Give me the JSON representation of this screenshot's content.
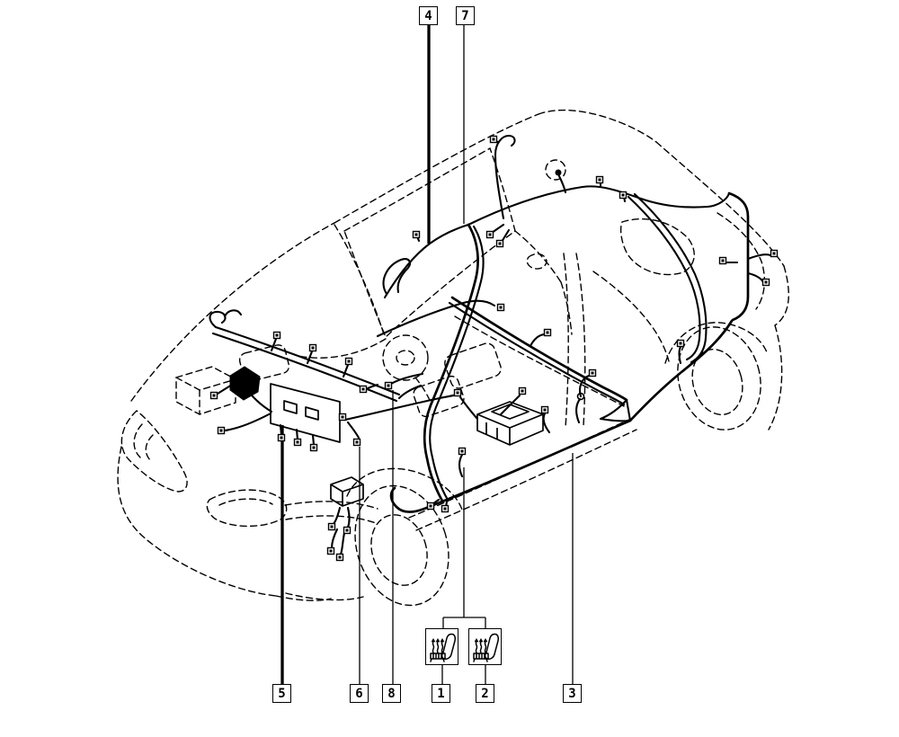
{
  "figure": {
    "kind": "vehicle wiring-harness location diagram",
    "colors": {
      "ink": "#000000",
      "paper": "#ffffff"
    }
  },
  "callouts": {
    "top_row": [
      {
        "id": "c4",
        "label": "4"
      },
      {
        "id": "c7",
        "label": "7"
      }
    ],
    "bottom_row": [
      {
        "id": "c5",
        "label": "5"
      },
      {
        "id": "c6",
        "label": "6"
      },
      {
        "id": "c8",
        "label": "8"
      },
      {
        "id": "c1",
        "label": "1"
      },
      {
        "id": "c2",
        "label": "2"
      },
      {
        "id": "c3",
        "label": "3"
      }
    ]
  },
  "icons": {
    "seat_left": "heated-seat-icon",
    "seat_right": "heated-seat-icon"
  }
}
